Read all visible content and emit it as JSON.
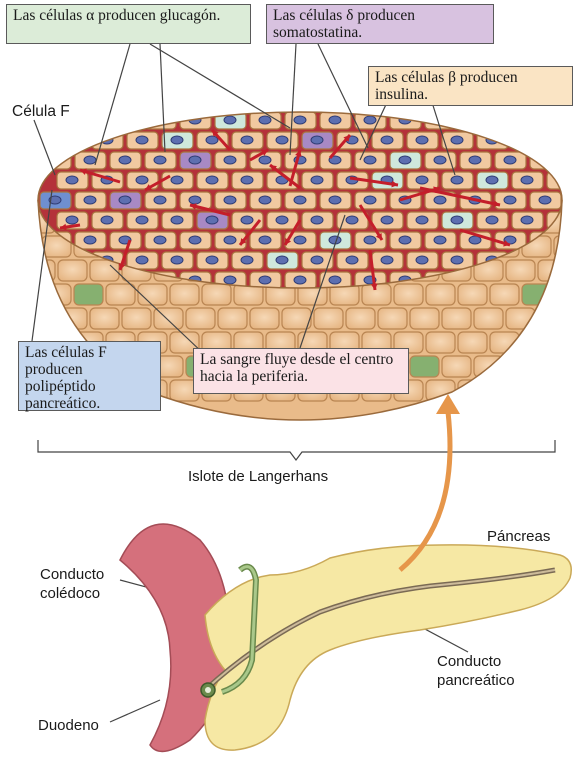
{
  "callouts": {
    "alpha": "Las células α producen glucagón.",
    "delta": "Las células δ producen somatostatina.",
    "beta": "Las células β producen insulina.",
    "f_cells": "Las células F producen polipéptido pancreático.",
    "blood_flow": "La sangre fluye desde el centro hacia la periferia."
  },
  "labels": {
    "celula_f": "Célula F",
    "islote": "Islote de Langerhans",
    "pancreas": "Páncreas",
    "conducto_coledoco": "Conducto colédoco",
    "conducto_pancreatico": "Conducto pancreático",
    "duodeno": "Duodeno"
  },
  "colors": {
    "alpha_cell": "#cfe8dc",
    "beta_cell": "#f1c9a0",
    "delta_cell": "#a889c4",
    "f_cell": "#6f8fd0",
    "blood": "#c0202a",
    "pancreas": "#f6e8a4",
    "duodenum": "#d5707c"
  }
}
